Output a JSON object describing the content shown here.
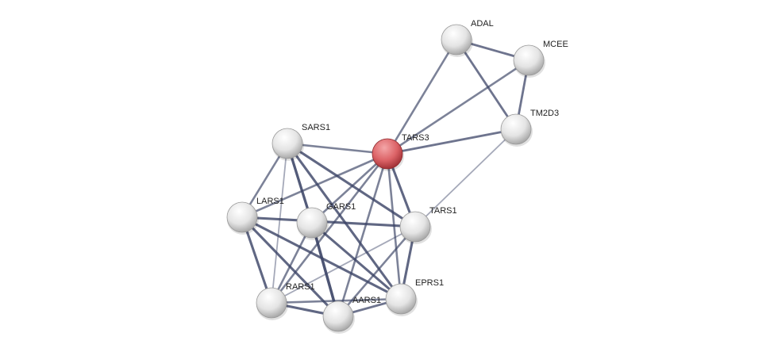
{
  "network": {
    "query_node": "TARS3",
    "colors": {
      "query": "#d9595f",
      "node": "#e6e6e6",
      "edge": "#3b4466"
    },
    "nodes": [
      {
        "id": "ADAL",
        "label": "ADAL"
      },
      {
        "id": "MCEE",
        "label": "MCEE"
      },
      {
        "id": "TM2D3",
        "label": "TM2D3"
      },
      {
        "id": "TARS3",
        "label": "TARS3"
      },
      {
        "id": "SARS1",
        "label": "SARS1"
      },
      {
        "id": "LARS1",
        "label": "LARS1"
      },
      {
        "id": "GARS1",
        "label": "GARS1"
      },
      {
        "id": "TARS1",
        "label": "TARS1"
      },
      {
        "id": "RARS1",
        "label": "RARS1"
      },
      {
        "id": "AARS1",
        "label": "AARS1"
      },
      {
        "id": "EPRS1",
        "label": "EPRS1"
      }
    ],
    "edges": [
      [
        "ADAL",
        "MCEE",
        0.7
      ],
      [
        "ADAL",
        "TM2D3",
        0.7
      ],
      [
        "ADAL",
        "TARS3",
        0.6
      ],
      [
        "MCEE",
        "TARS3",
        0.6
      ],
      [
        "MCEE",
        "TM2D3",
        0.7
      ],
      [
        "TM2D3",
        "TARS3",
        0.7
      ],
      [
        "TM2D3",
        "TARS1",
        0.3
      ],
      [
        "TARS3",
        "SARS1",
        0.6
      ],
      [
        "TARS3",
        "LARS1",
        0.6
      ],
      [
        "TARS3",
        "GARS1",
        0.6
      ],
      [
        "TARS3",
        "TARS1",
        0.8
      ],
      [
        "TARS3",
        "RARS1",
        0.6
      ],
      [
        "TARS3",
        "AARS1",
        0.6
      ],
      [
        "TARS3",
        "EPRS1",
        0.6
      ],
      [
        "SARS1",
        "LARS1",
        0.6
      ],
      [
        "SARS1",
        "GARS1",
        0.9
      ],
      [
        "SARS1",
        "TARS1",
        0.8
      ],
      [
        "SARS1",
        "RARS1",
        0.3
      ],
      [
        "SARS1",
        "EPRS1",
        0.8
      ],
      [
        "LARS1",
        "TARS1",
        0.8
      ],
      [
        "LARS1",
        "RARS1",
        0.8
      ],
      [
        "LARS1",
        "AARS1",
        0.8
      ],
      [
        "LARS1",
        "EPRS1",
        0.8
      ],
      [
        "GARS1",
        "RARS1",
        0.6
      ],
      [
        "GARS1",
        "AARS1",
        0.95
      ],
      [
        "GARS1",
        "EPRS1",
        0.8
      ],
      [
        "TARS1",
        "EPRS1",
        0.8
      ],
      [
        "TARS1",
        "AARS1",
        0.6
      ],
      [
        "TARS1",
        "RARS1",
        0.3
      ],
      [
        "RARS1",
        "AARS1",
        0.8
      ],
      [
        "RARS1",
        "EPRS1",
        0.6
      ],
      [
        "AARS1",
        "EPRS1",
        0.7
      ]
    ]
  }
}
